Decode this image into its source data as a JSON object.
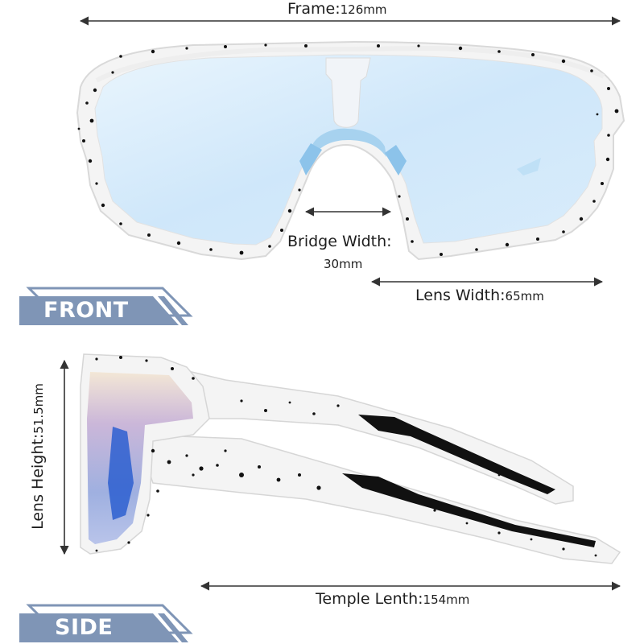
{
  "dimensions": {
    "frame": {
      "label": "Frame:",
      "value": "126mm"
    },
    "bridge": {
      "label": "Bridge Width:",
      "value": "30mm"
    },
    "lens_width": {
      "label": "Lens Width:",
      "value": "65mm"
    },
    "lens_height": {
      "label": "Lens Height:",
      "value": "51.5mm"
    },
    "temple": {
      "label": "Temple Lenth:",
      "value": "154mm"
    }
  },
  "views": {
    "front": "FRONT",
    "side": "SIDE"
  },
  "colors": {
    "badge": "#7f95b6",
    "badge_stripe": "#7f95b6",
    "frame": "#f3f3f3",
    "speckle": "#111111",
    "lens": "#cfe6f8",
    "arrow": "#333333"
  },
  "icons": {
    "front_view": "sunglasses-front-illustration",
    "side_view": "sunglasses-side-illustration"
  }
}
